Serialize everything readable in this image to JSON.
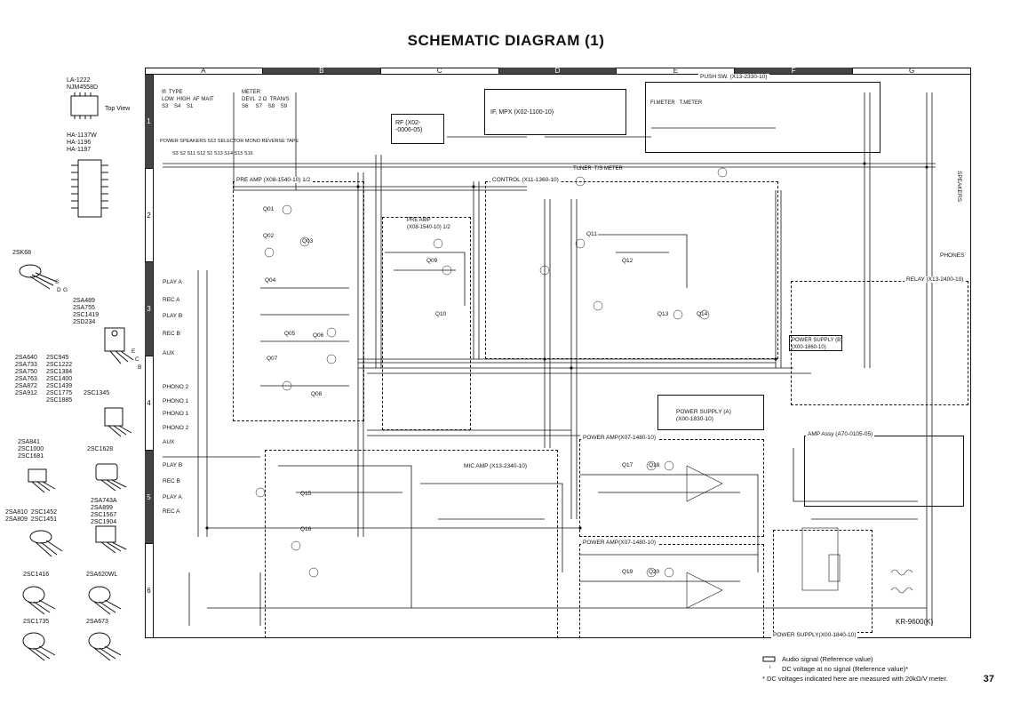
{
  "title": "SCHEMATIC DIAGRAM (1)",
  "page_number": "37",
  "grid": {
    "columns": [
      "A",
      "B",
      "C",
      "D",
      "E",
      "F",
      "G"
    ],
    "rows": [
      "1",
      "2",
      "3",
      "4",
      "5",
      "6"
    ]
  },
  "left_column": {
    "ic1_parts": "LA-1222\nNJM4558D",
    "top_view": "Top View",
    "ic2_parts": "HA-1137W\nHA-1196\nHA-1197",
    "fet_name": "2SK68",
    "fet_pins": [
      "S",
      "D",
      "G"
    ],
    "tr_group1": "2SA489\n2SA755\n2SC1419\n2SD234",
    "tr_group1_pins": [
      "E",
      "C",
      "B"
    ],
    "tr_group2a": "2SA640\n2SA733\n2SA750\n2SA763\n2SA872\n2SA912",
    "tr_group2b": "2SC945\n2SC1222\n2SC1384\n2SC1400\n2SC1439\n2SC1775\n2SC1885",
    "tr_group2c": "2SC1345",
    "tr_group3": "2SA841\n2SC1000\n2SC1681",
    "tr_group3b": "2SC1628",
    "tr_group4": "2SA743A\n2SA899\n2SC1567\n2SC1904",
    "tr_group5": "2SA810  2SC1452\n2SA809  2SC1451",
    "tr_group6a": "2SC1416",
    "tr_group6b": "2SA620WL",
    "tr_group7a": "2SC1735",
    "tr_group7b": "2SA673",
    "pin_ecb": [
      "E",
      "C",
      "B"
    ]
  },
  "top_controls": {
    "sw1": "Ifl  TYPE\nLOW  HIGH  AF MAIT\nS3    S4    S1",
    "sw2": "METER\nDEVL  2 Ω  TRAN/S\nS6     S7    S8    S9",
    "knobs": "POWER   SPEAKERS   S12  SELECTOR  MONO  REVERSE  TAPE",
    "knob_ids": "S3   S2   S11  S12  S1   S13  S14  S15  S16"
  },
  "blocks": {
    "rf": "RF (X02-\n-0006-05)",
    "if_mpx": "IF, MPX (X02-1100-10)",
    "push_sw": "PUSH SW. (X13-2330-10)",
    "pre_amp_1": "PRE AMP (X08-1540-10) 1/2",
    "pre_amp_2": "PRE AMP\n(X08-1540-10) 1/2",
    "control": "CONTROL (X11-1360-10)",
    "relay": "RELAY (X13-2400-10)",
    "power_supply_b": "POWER SUPPLY (B)\n(X00-1860-10)",
    "power_supply_a": "POWER SUPPLY (A)\n(X00-1830-10)",
    "power_amp_1": "POWER AMP(X07-1480-10)",
    "power_amp_2": "POWER AMP(X07-1480-10)",
    "mic_amp": "MIC AMP (X13-2340-10)",
    "power_supply_c": "POWER SUPPLY(X00-1840-10)",
    "amp_assy": "AMP Assy (A70-0105-05)",
    "tuner_meter": "TUNER  T/S METER",
    "fl_meter": "Fl.METER   T.METER",
    "speakers": "SPEAKERS",
    "phones": "PHONES",
    "model": "KR-9600(K)"
  },
  "inputs": [
    "PLAY A",
    "REC A",
    "PLAY B",
    "REC B",
    "AUX",
    "PHONO 2",
    "PHONO 1",
    "PLAY B",
    "REC B",
    "PLAY A",
    "REC A",
    "AUX",
    "PHONO 2",
    "PHONO 1"
  ],
  "transistors": [
    "Q01",
    "Q02",
    "Q03",
    "Q04",
    "Q05",
    "Q06",
    "Q07",
    "Q08",
    "Q09",
    "Q10",
    "Q11",
    "Q12",
    "Q13",
    "Q14",
    "Q15",
    "Q16",
    "Q17",
    "Q18",
    "Q19",
    "Q20"
  ],
  "legend": {
    "audio": "Audio signal (Reference value)",
    "dc": "DC voltage at no signal (Reference value)*",
    "note": "* DC voltages indicated here are measured with 20kΩ/V meter."
  }
}
